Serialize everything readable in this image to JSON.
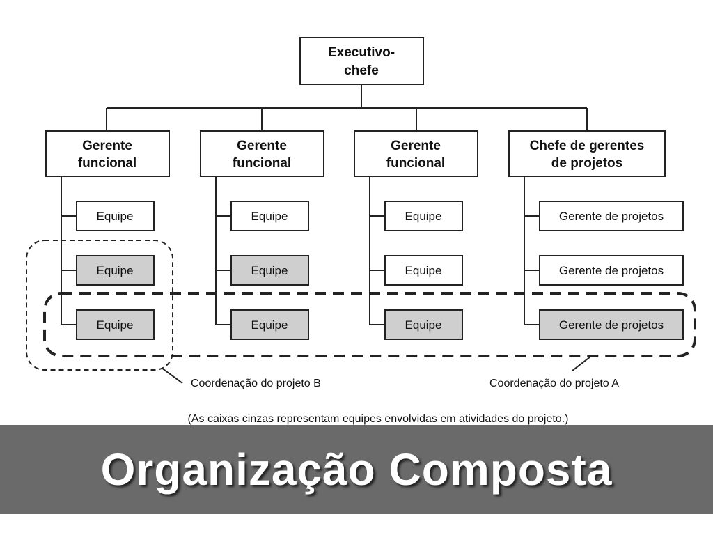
{
  "executive": [
    "Executivo-",
    "chefe"
  ],
  "managers": [
    [
      "Gerente",
      "funcional"
    ],
    [
      "Gerente",
      "funcional"
    ],
    [
      "Gerente",
      "funcional"
    ],
    [
      "Chefe de gerentes",
      "de projetos"
    ]
  ],
  "team_label": "Equipe",
  "pm_label": "Gerente de projetos",
  "coord_b": "Coordenação do projeto B",
  "coord_a": "Coordenação do projeto A",
  "note": "(As caixas cinzas representam equipes envolvidas em atividades do projeto.)",
  "slide_title": "Organização Composta",
  "colors": {
    "gray_box": "#cfcfcf",
    "banner": "#6a6a6a"
  }
}
